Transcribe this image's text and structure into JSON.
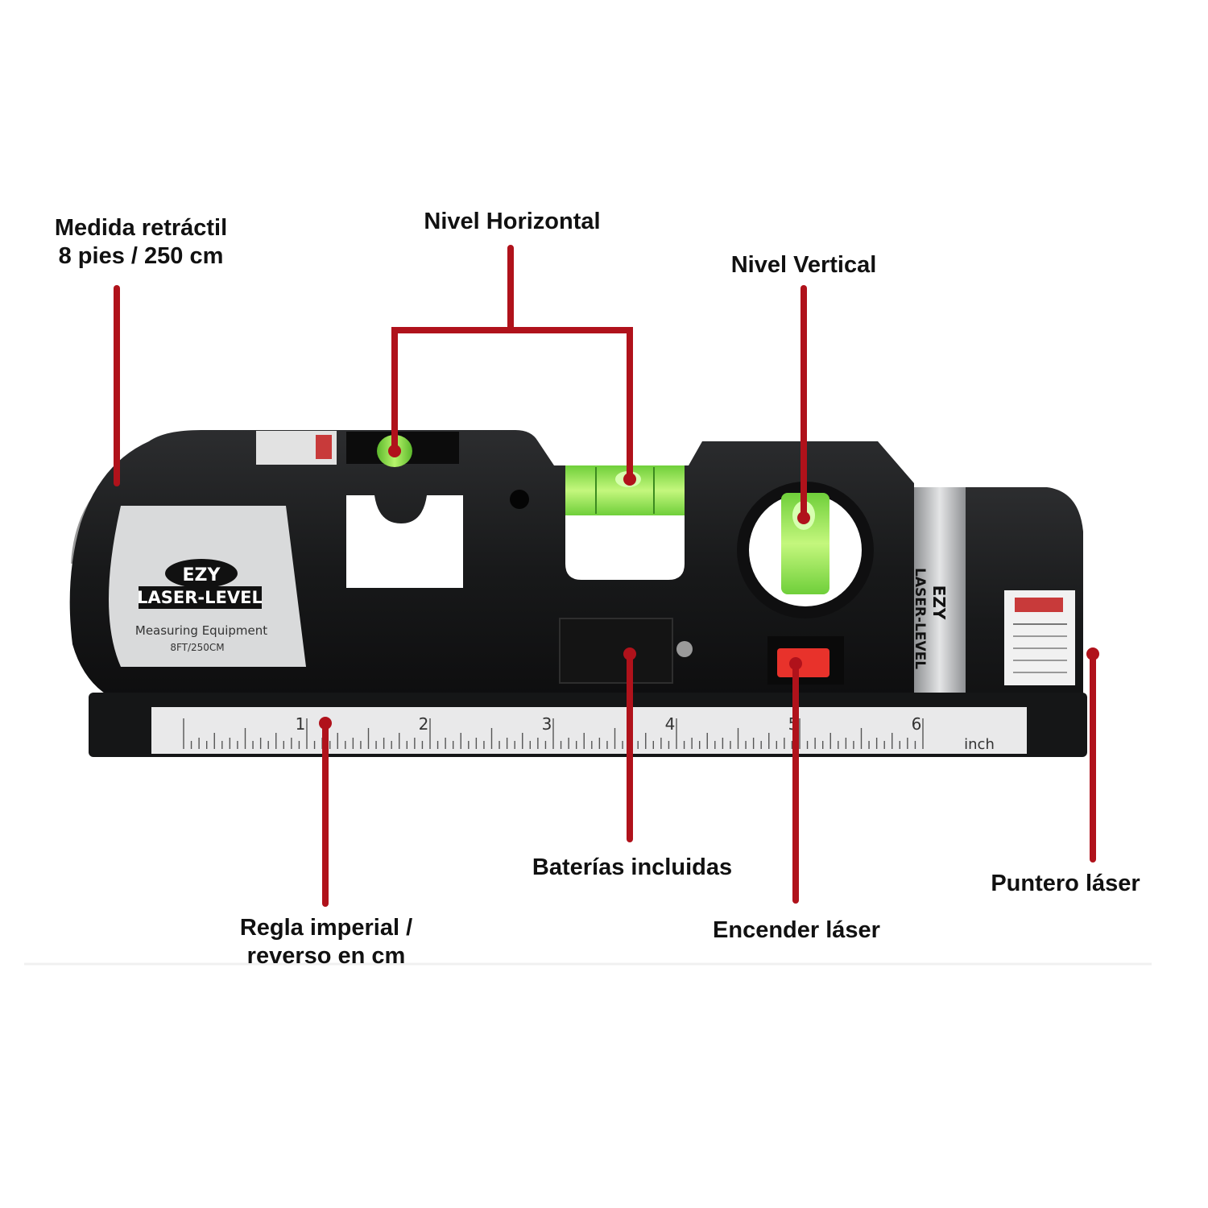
{
  "colors": {
    "leader_line": "#b0121b",
    "body": "#161718",
    "bubble_green": "#8be04a",
    "ruler": "#e9e9ea",
    "switch": "#e8322b"
  },
  "callouts": {
    "tape": {
      "line1": "Medida retráctil",
      "line2": "8 pies / 250 cm"
    },
    "horizontal_level": {
      "text": "Nivel Horizontal"
    },
    "vertical_level": {
      "text": "Nivel Vertical"
    },
    "batteries": {
      "text": "Baterías incluidas"
    },
    "ruler": {
      "line1": "Regla imperial /",
      "line2": "reverso en cm"
    },
    "laser_switch": {
      "text": "Encender láser"
    },
    "laser_pointer": {
      "text": "Puntero láser"
    }
  },
  "product": {
    "brand": "EZY",
    "model": "LASER-LEVEL",
    "subtitle": "Measuring Equipment",
    "spec": "8FT/250CM",
    "side_brand": "EZY",
    "side_model": "LASER-LEVEL"
  },
  "ruler": {
    "numbers": [
      "1",
      "2",
      "3",
      "4",
      "5",
      "6"
    ],
    "unit": "inch"
  }
}
